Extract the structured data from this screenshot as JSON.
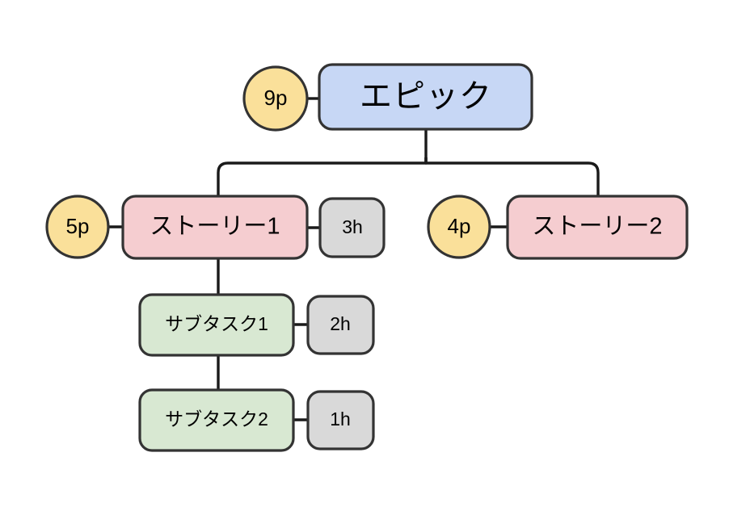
{
  "diagram": {
    "type": "hierarchy-tree",
    "background_color": "#ffffff",
    "stroke_color": "#333333",
    "edge_color": "#1a1a1a",
    "palette": {
      "epic_fill": "#c7d7f5",
      "story_fill": "#f5cdd0",
      "subtask_fill": "#d8e8d2",
      "points_fill": "#fae09a",
      "estimate_fill": "#d9d9d9"
    },
    "nodes": {
      "epic": {
        "label": "エピック",
        "points": "9p",
        "fill": "#c7d7f5"
      },
      "story1": {
        "label": "ストーリー1",
        "points": "5p",
        "estimate": "3h",
        "fill": "#f5cdd0"
      },
      "story2": {
        "label": "ストーリー2",
        "points": "4p",
        "fill": "#f5cdd0"
      },
      "subtask1": {
        "label": "サブタスク1",
        "estimate": "2h",
        "fill": "#d8e8d2"
      },
      "subtask2": {
        "label": "サブタスク2",
        "estimate": "1h",
        "fill": "#d8e8d2"
      }
    },
    "edges": [
      {
        "from": "epic",
        "to": "story1"
      },
      {
        "from": "epic",
        "to": "story2"
      },
      {
        "from": "story1",
        "to": "subtask1"
      },
      {
        "from": "subtask1",
        "to": "subtask2"
      }
    ]
  }
}
